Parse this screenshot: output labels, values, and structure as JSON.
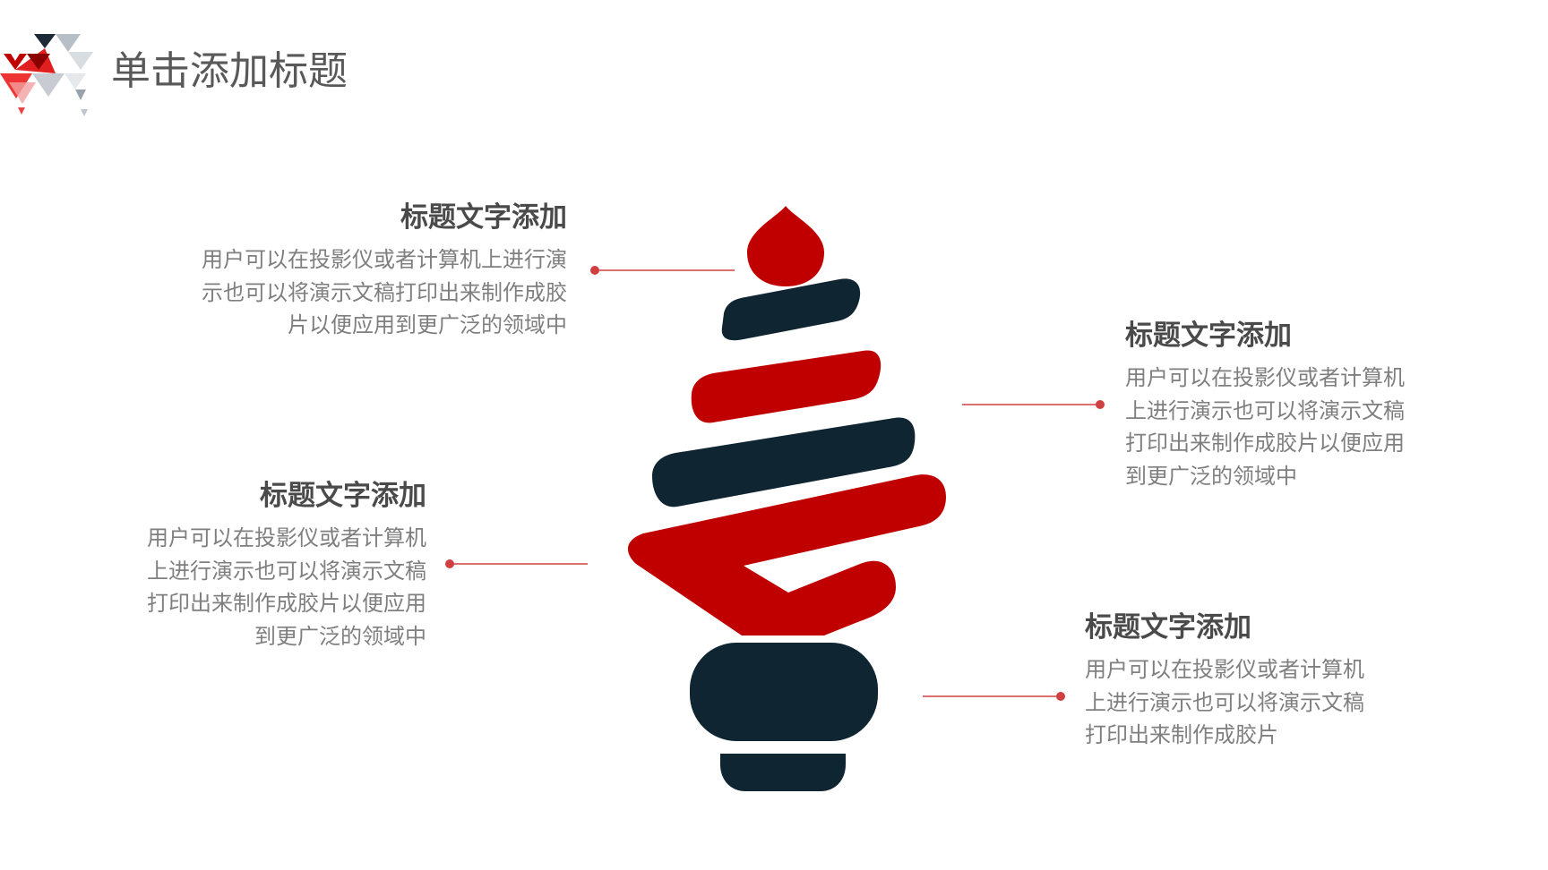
{
  "page": {
    "title": "单击添加标题"
  },
  "colors": {
    "accent_red": "#c00000",
    "dark_navy": "#0f2531",
    "connector_red": "#d04040",
    "title_gray": "#595959",
    "body_gray": "#7f7f7f"
  },
  "blocks": [
    {
      "heading": "标题文字添加",
      "lines": [
        "用户可以在投影仪或者计算机上进行演",
        "示也可以将演示文稿打印出来制作成胶",
        "片以便应用到更广泛的领域中"
      ]
    },
    {
      "heading": "标题文字添加",
      "lines": [
        "用户可以在投影仪或者计算机",
        "上进行演示也可以将演示文稿",
        "打印出来制作成胶片以便应用",
        "到更广泛的领域中"
      ]
    },
    {
      "heading": "标题文字添加",
      "lines": [
        "用户可以在投影仪或者计算机",
        "上进行演示也可以将演示文稿",
        "打印出来制作成胶片以便应用",
        "到更广泛的领域中"
      ]
    },
    {
      "heading": "标题文字添加",
      "lines": [
        "用户可以在投影仪或者计算机",
        "上进行演示也可以将演示文稿",
        "打印出来制作成胶片"
      ]
    }
  ]
}
